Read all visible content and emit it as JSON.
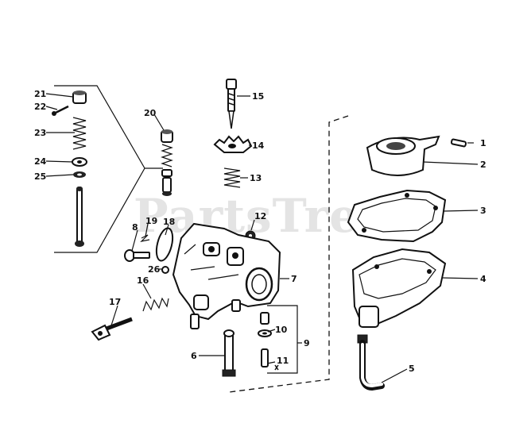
{
  "watermark": "PartsTree",
  "callouts": {
    "c1": "1",
    "c2": "2",
    "c3": "3",
    "c4": "4",
    "c5": "5",
    "c6": "6",
    "c7": "7",
    "c8": "8",
    "c9": "9",
    "c10": "10",
    "c11": "11",
    "c12": "12",
    "c13": "13",
    "c14": "14",
    "c15": "15",
    "c16": "16",
    "c17": "17",
    "c18": "18",
    "c19": "19",
    "c20": "20",
    "c21": "21",
    "c22": "22",
    "c23": "23",
    "c24": "24",
    "c25": "25",
    "c26": "26"
  },
  "colors": {
    "ink": "#111111",
    "watermark": "#e4e4e4",
    "background": "#ffffff"
  }
}
